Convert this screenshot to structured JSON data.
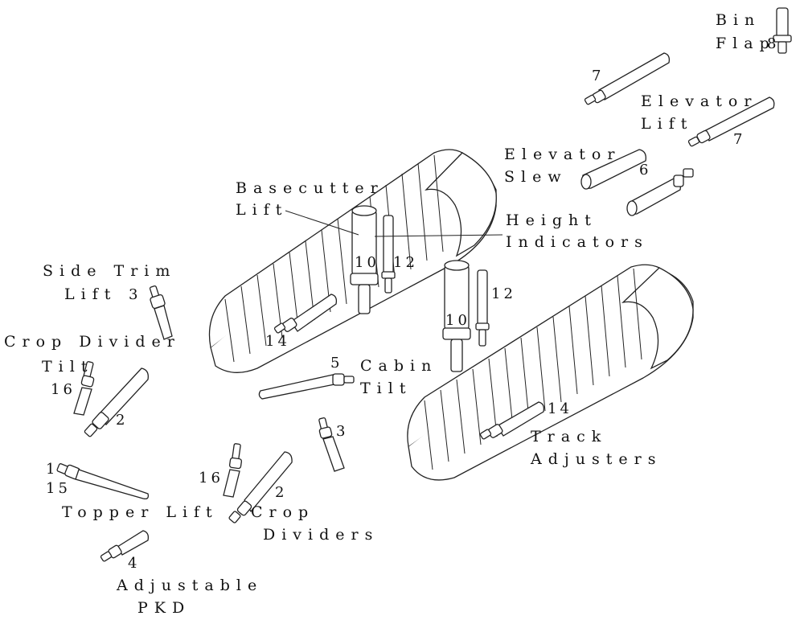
{
  "labels": {
    "bin_flap": [
      "Bin",
      "Flap"
    ],
    "elevator_lift": [
      "Elevator",
      "Lift"
    ],
    "elevator_slew": [
      "Elevator",
      "Slew"
    ],
    "basecutter_lift": [
      "Basecutter",
      "Lift"
    ],
    "height_indicators": [
      "Height",
      "Indicators"
    ],
    "side_trim_lift": [
      "Side Trim",
      "Lift"
    ],
    "crop_divider_tilt": [
      "Crop Divider",
      "Tilt"
    ],
    "cabin_tilt": [
      "Cabin",
      "Tilt"
    ],
    "track_adjusters": [
      "Track",
      "Adjusters"
    ],
    "topper_lift": "Topper Lift",
    "crop_dividers": [
      "Crop",
      "Dividers"
    ],
    "adjustable_pkd": [
      "Adjustable",
      "PKD"
    ]
  },
  "part_numbers": {
    "n8": "8",
    "n7a": "7",
    "n7b": "7",
    "n6": "6",
    "n10a": "10",
    "n12a": "12",
    "n10b": "10",
    "n12b": "12",
    "n3a": "3",
    "n14a": "14",
    "n5": "5",
    "n16a": "16",
    "n2a": "2",
    "n14b": "14",
    "n3b": "3",
    "n1": "1",
    "n15": "15",
    "n16b": "16",
    "n2b": "2",
    "n4": "4"
  }
}
